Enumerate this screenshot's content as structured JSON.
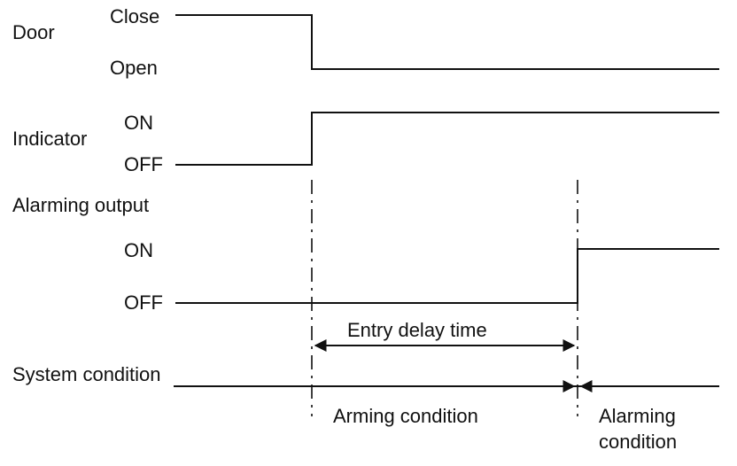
{
  "signals": {
    "door": {
      "label": "Door",
      "high": "Close",
      "low": "Open"
    },
    "indicator": {
      "label": "Indicator",
      "high": "ON",
      "low": "OFF"
    },
    "alarm": {
      "label": "Alarming output",
      "high": "ON",
      "low": "OFF"
    },
    "system": {
      "label": "System condition"
    }
  },
  "intervals": {
    "entry_delay": "Entry delay time",
    "arming": "Arming condition",
    "alarming_line1": "Alarming",
    "alarming_line2": "condition"
  }
}
